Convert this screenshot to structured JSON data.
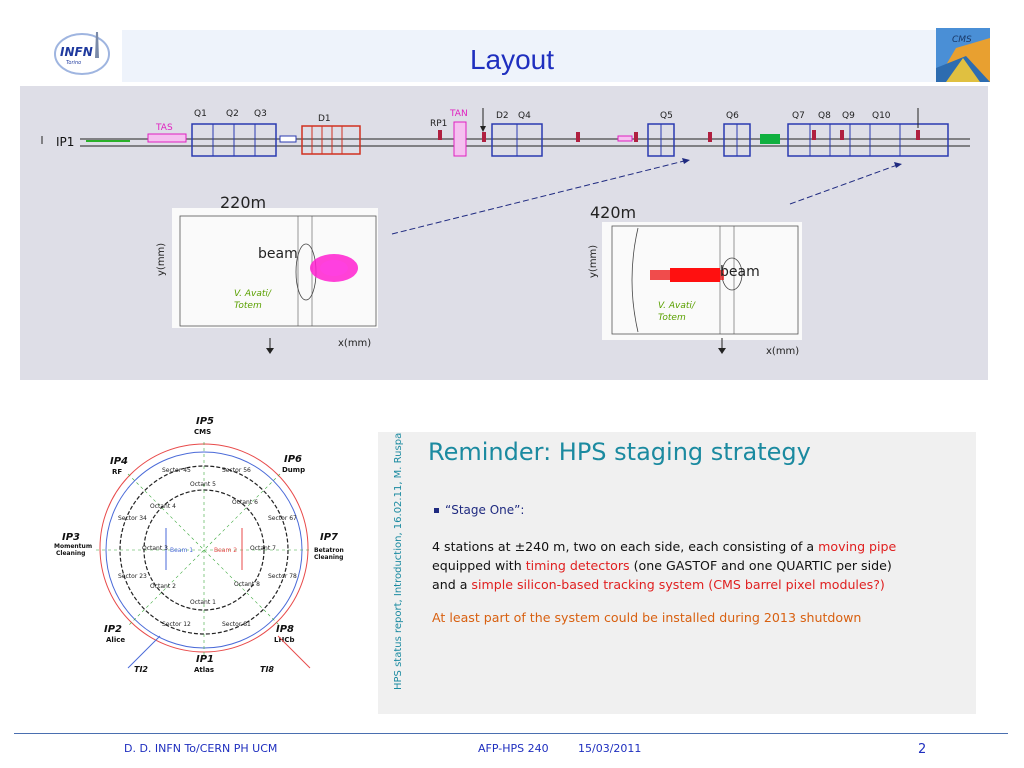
{
  "slide": {
    "title": "Layout",
    "logos": {
      "left": "INFN Torino",
      "right": "CMS"
    },
    "beamline": {
      "ip_label": "IP1",
      "element_labels": [
        "TAS",
        "Q1",
        "Q2",
        "Q3",
        "D1",
        "RP1",
        "TAN",
        "D2",
        "Q4",
        "Q5",
        "Q6",
        "Q7",
        "Q8",
        "Q9",
        "Q10"
      ],
      "plot_220": {
        "distance": "220m",
        "ylabel": "y(mm)",
        "xlabel": "x(mm)",
        "beam_label": "beam",
        "credit": [
          "V. Avati/",
          "Totem"
        ]
      },
      "plot_420": {
        "distance": "420m",
        "ylabel": "y(mm)",
        "xlabel": "x(mm)",
        "beam_label": "beam",
        "credit": [
          "V. Avati/",
          "Totem"
        ]
      }
    },
    "lhc_ring": {
      "ips": [
        {
          "name": "IP5",
          "sub": "CMS"
        },
        {
          "name": "IP6",
          "sub": "Dump"
        },
        {
          "name": "IP7",
          "sub": "Betatron Cleaning"
        },
        {
          "name": "IP8",
          "sub": "LHCb"
        },
        {
          "name": "IP1",
          "sub": "Atlas"
        },
        {
          "name": "IP2",
          "sub": "Alice"
        },
        {
          "name": "IP3",
          "sub": "Momentum Cleaning"
        },
        {
          "name": "IP4",
          "sub": "RF"
        }
      ],
      "sectors": [
        "Sector 45",
        "Sector 56",
        "Sector 67",
        "Sector 78",
        "Sector 81",
        "Sector 12",
        "Sector 23",
        "Sector 34"
      ],
      "octants": [
        "Octant 5",
        "Octant 6",
        "Octant 7",
        "Octant 8",
        "Octant 1",
        "Octant 2",
        "Octant 3",
        "Octant 4"
      ],
      "beams": [
        "Beam 1",
        "Beam 2"
      ],
      "transfer_lines": [
        "TI2",
        "TI8"
      ]
    },
    "reminder": {
      "side_text": "HPS status report, Introduction, 16.02.11, M. Ruspa",
      "title": "Reminder: HPS staging strategy",
      "stage": "“Stage One”:",
      "p1_a": "4 stations at ±240 m, two on each side, each consisting of a ",
      "p1_b": "moving pipe",
      "p1_c": "equipped with ",
      "p1_d": "timing detectors",
      "p1_e": " (one GASTOF and one QUARTIC per side)",
      "p1_f": "and a ",
      "p1_g": "simple silicon-based tracking system (CMS barrel pixel modules?)",
      "p2": "At least part of the system could be installed during 2013 shutdown"
    },
    "footer": {
      "left": "D. D. INFN To/CERN PH UCM",
      "center": "AFP-HPS 240",
      "date": "15/03/2011",
      "page": "2"
    }
  }
}
